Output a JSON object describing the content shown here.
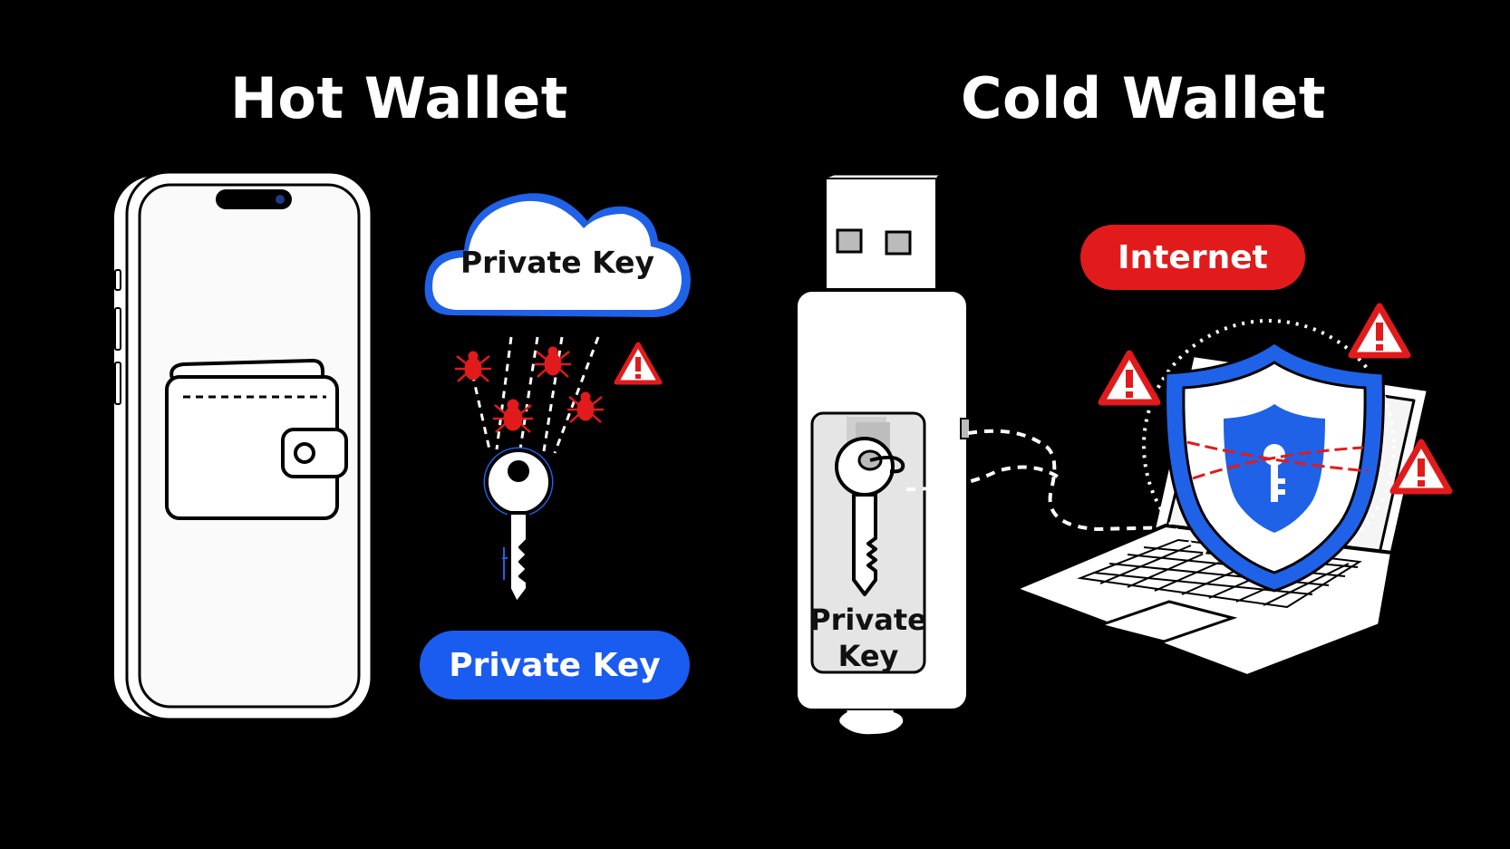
{
  "hot": {
    "title": "Hot Wallet",
    "cloud_label": "Private Key",
    "pill_label": "Private Key",
    "pill_color": "#1a5cf0"
  },
  "cold": {
    "title": "Cold Wallet",
    "usb_label_line1": "Private",
    "usb_label_line2": "Key",
    "internet_label": "Internet",
    "internet_color": "#e11b1b",
    "shield_color": "#1a5cf0",
    "warning_color": "#e11b1b"
  }
}
